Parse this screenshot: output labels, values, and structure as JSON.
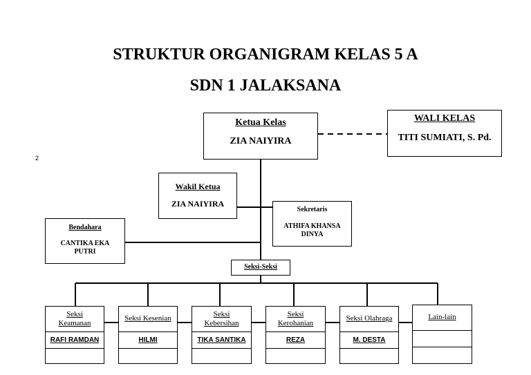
{
  "page": {
    "title_line1": "STRUKTUR ORGANIGRAM KELAS 5 A",
    "title_line2": "SDN 1 JALAKSANA",
    "page_number": "2"
  },
  "ketua": {
    "role": "Ketua Kelas",
    "name": "ZIA NAIYIRA"
  },
  "wali": {
    "role": "WALI KELAS",
    "name": "TITI SUMIATI, S. Pd."
  },
  "wakil": {
    "role": "Wakil Ketua",
    "name": "ZIA NAIYIRA"
  },
  "sekretaris": {
    "role": "Sekretaris",
    "name": "ATHIFA KHANSA DINYA"
  },
  "bendahara": {
    "role": "Bendahara",
    "name": "CANTIKA EKA PUTRI"
  },
  "seksi_header": "Seksi-Seksi",
  "seksi": [
    {
      "role": "Seksi Keamanan",
      "name": "RAFI RAMDAN"
    },
    {
      "role": "Seksi Kesenian",
      "name": "HILMI"
    },
    {
      "role": "Seksi Kebersihan",
      "name": "TIKA SANTIKA"
    },
    {
      "role": "Seksi Kerohanian",
      "name": "REZA"
    },
    {
      "role": "Seksi Olahraga",
      "name": "M. DESTA"
    },
    {
      "role": "Lain-lain",
      "name": ""
    }
  ]
}
